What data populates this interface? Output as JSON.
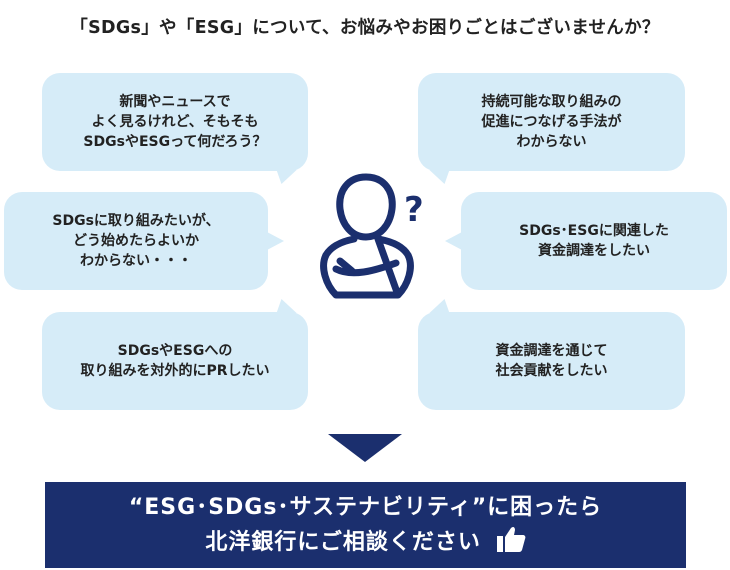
{
  "heading": "「SDGs」や「ESG」について、お悩みやお困りごとはございませんか？",
  "bubbles": {
    "top_left": [
      "新聞やニュースで",
      "よく見るけれど、そもそも",
      "SDGsやESGって何だろう？"
    ],
    "top_right": [
      "持続可能な取り組みの",
      "促進につなげる手法が",
      "わからない"
    ],
    "middle_left": [
      "SDGsに取り組みたいが、",
      "どう始めたらよいか",
      "わからない・・・"
    ],
    "middle_right": [
      "SDGs･ESGに関連した",
      "資金調達をしたい"
    ],
    "bottom_left": [
      "SDGsやESGへの",
      "取り組みを対外的にPRしたい"
    ],
    "bottom_right": [
      "資金調達を通じて",
      "社会貢献をしたい"
    ]
  },
  "figure": {
    "question_mark": "?"
  },
  "banner": {
    "line1": "“ESG･SDGs･サステナビリティ”に困ったら",
    "line2": "北洋銀行にご相談ください"
  },
  "icons": {
    "person": "person-arms-crossed-icon",
    "thumb": "thumbs-up-icon",
    "arrow": "down-triangle-icon"
  },
  "colors": {
    "navy": "#1b2f6e",
    "bubble": "#d6ecf8",
    "text": "#222222"
  }
}
